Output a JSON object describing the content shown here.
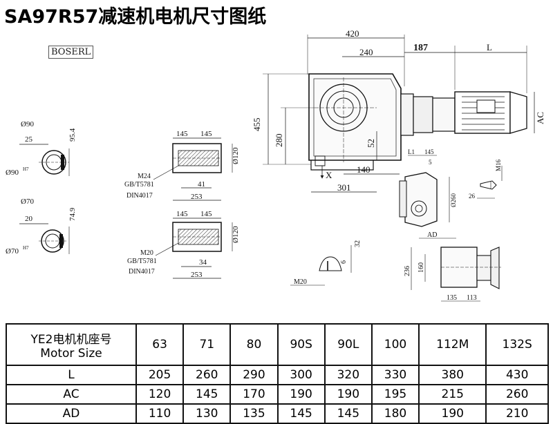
{
  "title": "SA97R57减速机电机尺寸图纸",
  "logo": "BOSERL",
  "dimensions": {
    "d420": "420",
    "d240": "240",
    "d187": "187",
    "dL": "L",
    "dAC": "AC",
    "d455": "455",
    "d280": "280",
    "d52": "52",
    "dX": "X",
    "d140": "140",
    "d301": "301",
    "dL1": "L1",
    "d145b": "145",
    "d5": "5",
    "d260": "Ø260",
    "dAD": "AD",
    "dM16": "M16",
    "d26": "26",
    "d236": "236",
    "d160": "160",
    "d135": "135",
    "d113": "113",
    "dM20b": "M20",
    "d6": "6",
    "d32": "32",
    "d90": "Ø90",
    "d25": "25",
    "d954": "95.4",
    "d90h7": "Ø90",
    "h7a": "H7",
    "d70": "Ø70",
    "d20": "20",
    "d749": "74.9",
    "d70h7": "Ø70",
    "h7b": "H7",
    "s1_145a": "145",
    "s1_145b": "145",
    "s1_120": "Ø120",
    "s1_m24": "M24",
    "s1_gb": "GB/T5781",
    "s1_din": "DIN4017",
    "s1_41": "41",
    "s1_253": "253",
    "s2_145a": "145",
    "s2_145b": "145",
    "s2_120": "Ø120",
    "s2_m20": "M20",
    "s2_gb": "GB/T5781",
    "s2_din": "DIN4017",
    "s2_34": "34",
    "s2_253": "253"
  },
  "table": {
    "header_cn": "YE2电机机座号",
    "header_en": "Motor Size",
    "columns": [
      "63",
      "71",
      "80",
      "90S",
      "90L",
      "100",
      "112M",
      "132S"
    ],
    "rows": [
      {
        "label": "L",
        "values": [
          "205",
          "260",
          "290",
          "300",
          "320",
          "330",
          "380",
          "430"
        ]
      },
      {
        "label": "AC",
        "values": [
          "120",
          "145",
          "170",
          "190",
          "190",
          "195",
          "215",
          "260"
        ]
      },
      {
        "label": "AD",
        "values": [
          "110",
          "130",
          "135",
          "145",
          "145",
          "180",
          "190",
          "210"
        ]
      }
    ]
  }
}
